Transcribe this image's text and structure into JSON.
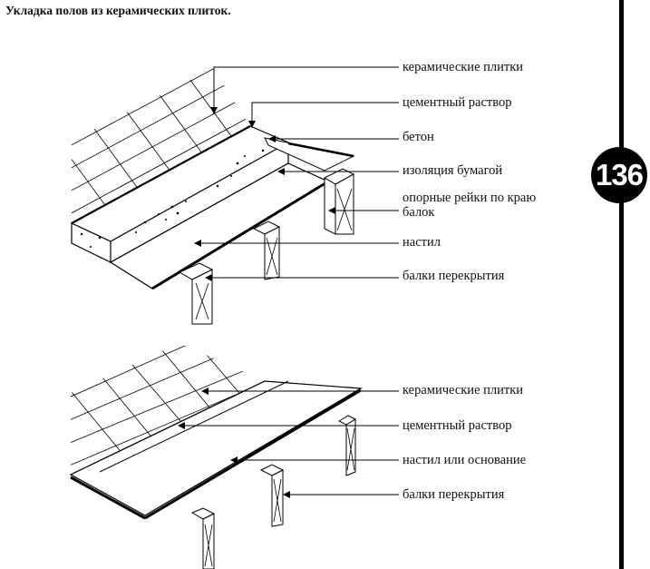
{
  "title": "Укладка полов из керамических плиток.",
  "page_number": "136",
  "diagram_top": {
    "labels": [
      "керамические плитки",
      "цементный раствор",
      "бетон",
      "изоляция бумагой",
      "опорные рейки по краю балок",
      "настил",
      "балки перекрытия"
    ]
  },
  "diagram_bottom": {
    "labels": [
      "керамические плитки",
      "цементный раствор",
      "настил или основание",
      "балки перекрытия"
    ]
  }
}
